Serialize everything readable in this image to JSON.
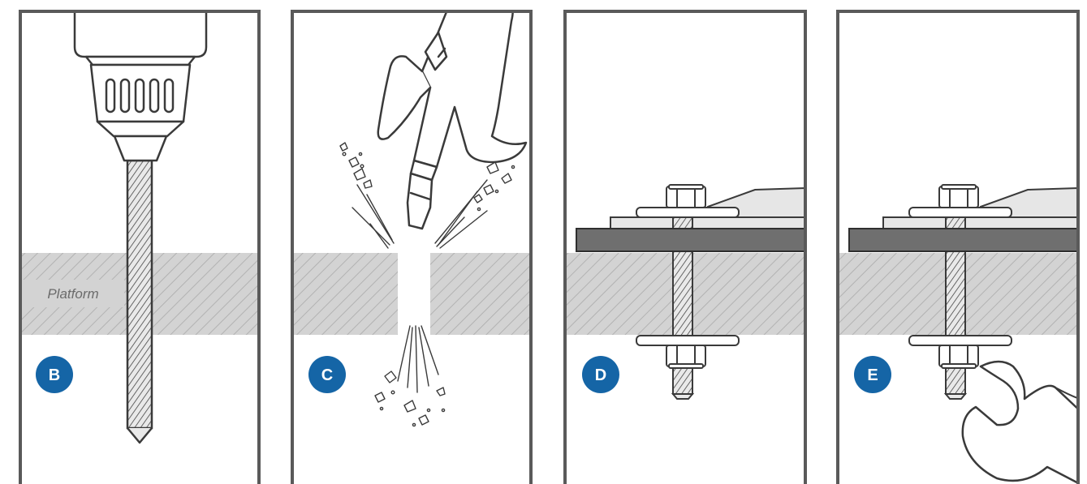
{
  "platform_label": "Platform",
  "steps": [
    {
      "id": "B",
      "letter": "B",
      "tool": "drill-bit"
    },
    {
      "id": "C",
      "letter": "C",
      "tool": "air-blow-gun"
    },
    {
      "id": "D",
      "letter": "D",
      "tool": "bolt-installed"
    },
    {
      "id": "E",
      "letter": "E",
      "tool": "wrench-tighten"
    }
  ],
  "colors": {
    "badge": "#1565a6",
    "frame": "#5a5a5a",
    "hatch_bg": "#d3d3d3",
    "hatch_line": "#b4b4b4",
    "plate": "#6f6f6f",
    "line": "#3a3a3a"
  }
}
